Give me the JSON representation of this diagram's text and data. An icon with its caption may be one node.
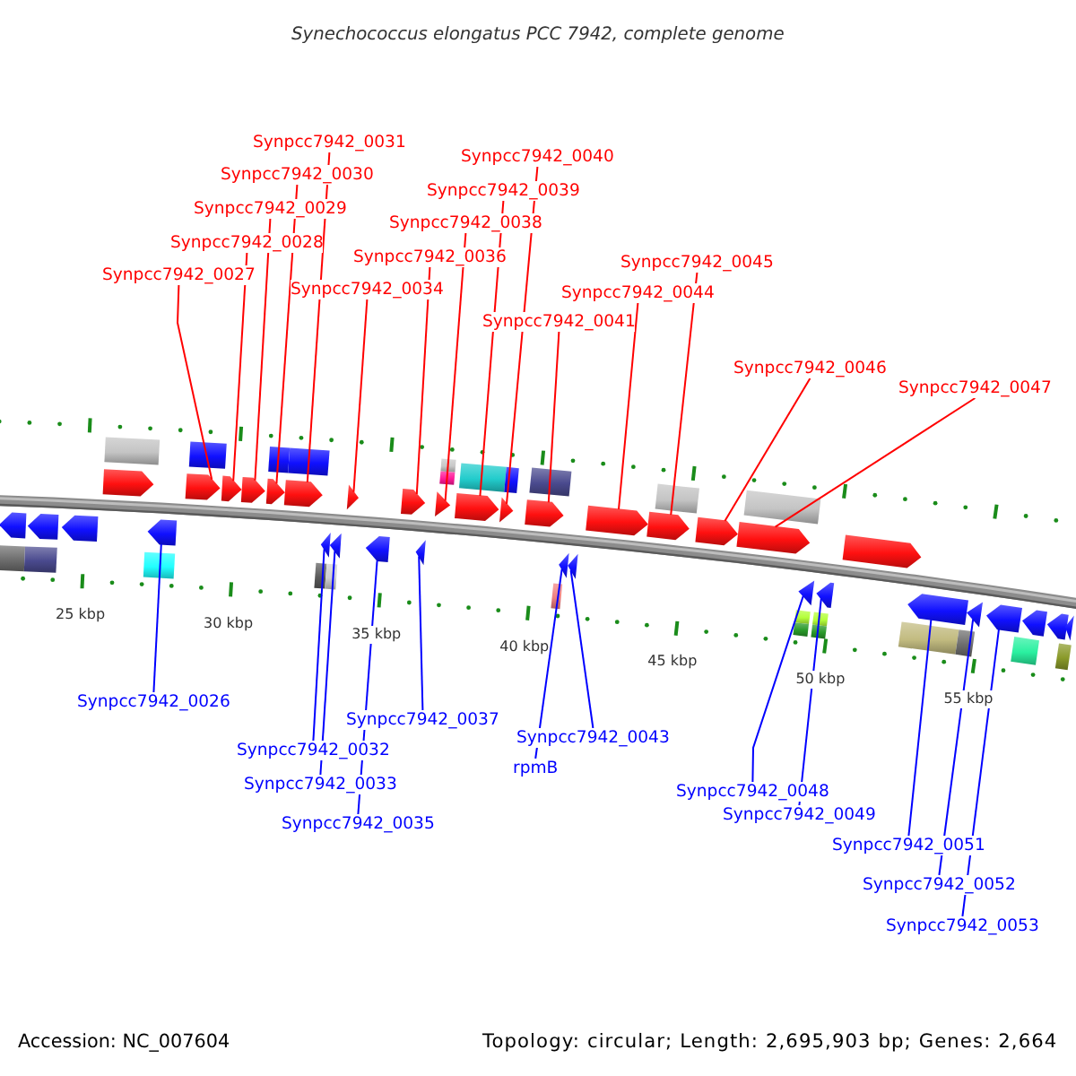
{
  "diagram": {
    "title": "Synechococcus elongatus PCC 7942, complete genome",
    "nodes": [
      {
        "text": [
          "Synpcc7942_0031"
        ]
      },
      {
        "text": [
          "Synpcc7942_0040"
        ]
      },
      {
        "text": [
          "Synpcc7942_0030"
        ]
      },
      {
        "text": [
          "Synpcc7942_0039"
        ]
      },
      {
        "text": [
          "Synpcc7942_0029"
        ]
      },
      {
        "text": [
          "Synpcc7942_0038"
        ]
      },
      {
        "text": [
          "Synpcc7942_0028"
        ]
      },
      {
        "text": [
          "Synpcc7942_0036"
        ]
      },
      {
        "text": [
          "Synpcc7942_0045"
        ]
      },
      {
        "text": [
          "Synpcc7942_0027"
        ]
      },
      {
        "text": [
          "Synpcc7942_0034"
        ]
      },
      {
        "text": [
          "Synpcc7942_0044"
        ]
      },
      {
        "text": [
          "Synpcc7942_0041"
        ]
      },
      {
        "text": [
          "Synpcc7942_0046"
        ]
      },
      {
        "text": [
          "Synpcc7942_0047"
        ]
      },
      {
        "text": [],
        "shape": "arrow"
      },
      {
        "text": [],
        "shape": "arrow"
      },
      {
        "text": [],
        "shape": "arrow"
      },
      {
        "text": [],
        "shape": "arrow"
      },
      {
        "text": [],
        "shape": "arrow"
      },
      {
        "text": [],
        "shape": "arrow"
      },
      {
        "text": [],
        "shape": "arrow"
      },
      {
        "text": [],
        "shape": "arrow"
      },
      {
        "text": [],
        "shape": "arrow"
      },
      {
        "text": [],
        "shape": "arrow"
      },
      {
        "text": [],
        "shape": "arrow"
      },
      {
        "text": [],
        "shape": "arrow"
      },
      {
        "text": [],
        "shape": "arrow"
      },
      {
        "text": [],
        "shape": "arrow"
      },
      {
        "text": [],
        "shape": "arrow"
      },
      {
        "text": [],
        "shape": "arrow"
      },
      {
        "text": [],
        "shape": "arrow"
      },
      {
        "text": [],
        "shape": "arrow"
      },
      {
        "text": [],
        "shape": "arrow"
      },
      {
        "text": [],
        "shape": "arrow"
      },
      {
        "text": [],
        "shape": "arrow"
      },
      {
        "text": [],
        "shape": "arrow"
      },
      {
        "text": [],
        "shape": "arrow"
      },
      {
        "text": [],
        "shape": "arrow"
      },
      {
        "text": [],
        "shape": "arrow"
      },
      {
        "text": [],
        "shape": "arrow"
      },
      {
        "text": [],
        "shape": "arrow"
      },
      {
        "text": [],
        "shape": "arrow"
      },
      {
        "text": [],
        "shape": "arrow"
      },
      {
        "text": [],
        "shape": "arrow"
      },
      {
        "text": [],
        "shape": "arrow"
      },
      {
        "text": [],
        "shape": "arrow"
      },
      {
        "text": [],
        "shape": "arrow"
      },
      {
        "text": [],
        "shape": "arrow"
      },
      {
        "text": [],
        "shape": "arrow"
      },
      {
        "text": [],
        "shape": "box"
      },
      {
        "text": [],
        "shape": "box"
      },
      {
        "text": [],
        "shape": "box"
      },
      {
        "text": [],
        "shape": "box"
      },
      {
        "text": [],
        "shape": "box"
      },
      {
        "text": [],
        "shape": "box"
      },
      {
        "text": [],
        "shape": "box"
      },
      {
        "text": [],
        "shape": "box"
      },
      {
        "text": [],
        "shape": "box"
      },
      {
        "text": [],
        "shape": "box"
      },
      {
        "text": [],
        "shape": "box"
      },
      {
        "text": [],
        "shape": "box"
      },
      {
        "text": [],
        "shape": "box"
      },
      {
        "text": [],
        "shape": "box"
      },
      {
        "text": [],
        "shape": "box"
      },
      {
        "text": [],
        "shape": "box"
      },
      {
        "text": [],
        "shape": "box"
      },
      {
        "text": [],
        "shape": "box"
      },
      {
        "text": [],
        "shape": "box"
      },
      {
        "text": [],
        "shape": "box"
      },
      {
        "text": [],
        "shape": "box"
      },
      {
        "text": [],
        "shape": "box"
      },
      {
        "text": [],
        "shape": "box"
      },
      {
        "text": [],
        "shape": "box"
      },
      {
        "text": [],
        "shape": "box"
      },
      {
        "text": [
          "Synpcc7942_0026"
        ]
      },
      {
        "text": [
          "Synpcc7942_0037"
        ]
      },
      {
        "text": [
          "Synpcc7942_0043"
        ]
      },
      {
        "text": [
          "Synpcc7942_0032"
        ]
      },
      {
        "text": [
          "rpmB"
        ]
      },
      {
        "text": [
          "Synpcc7942_0033"
        ]
      },
      {
        "text": [
          "Synpcc7942_0048"
        ]
      },
      {
        "text": [
          "Synpcc7942_0049"
        ]
      },
      {
        "text": [
          "Synpcc7942_0035"
        ]
      },
      {
        "text": [
          "Synpcc7942_0051"
        ]
      },
      {
        "text": [
          "Synpcc7942_0052"
        ]
      },
      {
        "text": [
          "Synpcc7942_0053"
        ]
      }
    ],
    "edges": [
      {
        "from": 0,
        "to": 24,
        "arrow": "none"
      },
      {
        "from": 1,
        "to": 33,
        "arrow": "none"
      },
      {
        "from": 2,
        "to": 23,
        "arrow": "none"
      },
      {
        "from": 3,
        "to": 32,
        "arrow": "none"
      },
      {
        "from": 4,
        "to": 22,
        "arrow": "none"
      },
      {
        "from": 5,
        "to": 31,
        "arrow": "none"
      },
      {
        "from": 6,
        "to": 21,
        "arrow": "none"
      },
      {
        "from": 7,
        "to": 29,
        "arrow": "none"
      },
      {
        "from": 8,
        "to": 38,
        "arrow": "none"
      },
      {
        "from": 9,
        "to": 20,
        "arrow": "none"
      },
      {
        "from": 10,
        "to": 27,
        "arrow": "none"
      },
      {
        "from": 11,
        "to": 37,
        "arrow": "none"
      },
      {
        "from": 12,
        "to": 34,
        "arrow": "none"
      },
      {
        "from": 13,
        "to": 39,
        "arrow": "none"
      },
      {
        "from": 14,
        "to": 40,
        "arrow": "none"
      },
      {
        "from": 75,
        "to": 19,
        "arrow": "none",
        "color": "#0000ff"
      },
      {
        "from": 76,
        "to": 30,
        "arrow": "none",
        "color": "#0000ff"
      },
      {
        "from": 77,
        "to": 36,
        "arrow": "none",
        "color": "#0000ff"
      },
      {
        "from": 78,
        "to": 25,
        "arrow": "none",
        "color": "#0000ff"
      },
      {
        "from": 79,
        "to": 35,
        "arrow": "none",
        "color": "#0000ff"
      },
      {
        "from": 80,
        "to": 26,
        "arrow": "none",
        "color": "#0000ff"
      },
      {
        "from": 81,
        "to": 41,
        "arrow": "none",
        "color": "#0000ff"
      },
      {
        "from": 82,
        "to": 42,
        "arrow": "none",
        "color": "#0000ff"
      },
      {
        "from": 83,
        "to": 28,
        "arrow": "none",
        "color": "#0000ff"
      },
      {
        "from": 84,
        "to": 44,
        "arrow": "none",
        "color": "#0000ff"
      },
      {
        "from": 85,
        "to": 45,
        "arrow": "none",
        "color": "#0000ff"
      },
      {
        "from": 86,
        "to": 46,
        "arrow": "none",
        "color": "#0000ff"
      }
    ],
    "labels": [
      "25 kbp",
      "30 kbp",
      "35 kbp",
      "40 kbp",
      "45 kbp",
      "50 kbp",
      "55 kbp",
      "Accession: NC_007604",
      "Topology: circular; Length: 2,695,903 bp; Genes: 2,664"
    ]
  }
}
